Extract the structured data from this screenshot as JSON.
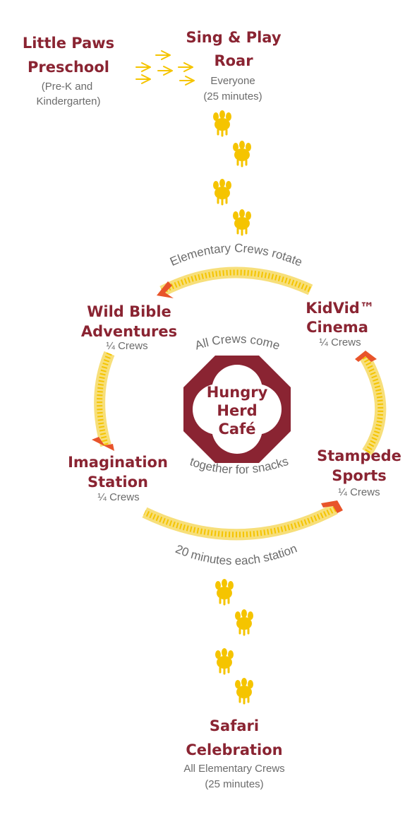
{
  "colors": {
    "maroon": "#8a2432",
    "yellow": "#f5c400",
    "track": "#f7df7a",
    "orange": "#e8542a",
    "gray": "#6b6b6b"
  },
  "preschool": {
    "title_line1": "Little Paws",
    "title_line2": "Preschool",
    "sub_line1": "(Pre-K and",
    "sub_line2": "Kindergarten)"
  },
  "sing_play": {
    "title_line1": "Sing & Play",
    "title_line2": "Roar",
    "sub_line1": "Everyone",
    "sub_line2": "(25 minutes)"
  },
  "rotation": {
    "top_label": "Elementary Crews rotate",
    "bottom_label": "20 minutes each station"
  },
  "stations": {
    "wild_bible": {
      "title_line1": "Wild Bible",
      "title_line2": "Adventures",
      "sub": "¼ Crews"
    },
    "kidvid": {
      "title_line1": "KidVid™",
      "title_line2": "Cinema",
      "sub": "¼ Crews"
    },
    "imagination": {
      "title_line1": "Imagination",
      "title_line2": "Station",
      "sub": "¼ Crews"
    },
    "stampede": {
      "title_line1": "Stampede",
      "title_line2": "Sports",
      "sub": "¼ Crews"
    }
  },
  "cafe": {
    "top_label": "All Crews come",
    "bottom_label": "together for snacks",
    "line1": "Hungry",
    "line2": "Herd",
    "line3": "Café"
  },
  "safari": {
    "title_line1": "Safari",
    "title_line2": "Celebration",
    "sub_line1": "All Elementary Crews",
    "sub_line2": "(25 minutes)"
  },
  "icons": {
    "paw": "paw-print-icon",
    "bird_track": "bird-track-icon",
    "arrowhead": "chevron-arrow-icon"
  }
}
